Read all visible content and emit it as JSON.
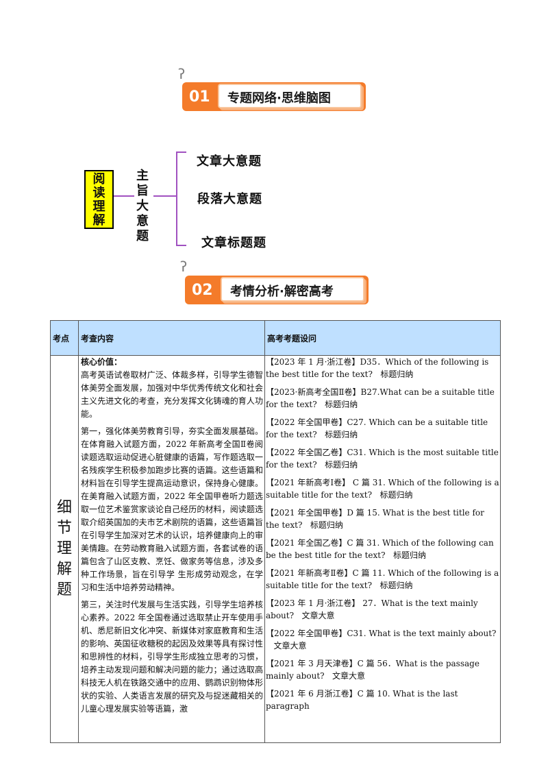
{
  "section1": {
    "num": "01",
    "title": "专题网络·思维脑图"
  },
  "section2": {
    "num": "02",
    "title": "考情分析·解密高考"
  },
  "mindmap": {
    "root": [
      "阅",
      "读",
      "理",
      "解"
    ],
    "branch": [
      "主",
      "旨",
      "大",
      "意",
      "题"
    ],
    "leaves": [
      "文章大意题",
      "段落大意题",
      "文章标题题"
    ]
  },
  "colors": {
    "accent": "#f47b2a",
    "header_bg": "#bfe0ff",
    "root_bg": "#ffff00",
    "mind_line": "#a050c0"
  },
  "table": {
    "headers": [
      "考点",
      "考查内容",
      "高考考题设问"
    ],
    "kaodian": "细节理解题",
    "content_heading": "核心价值：",
    "paragraphs": [
      "高考英语试卷取材广泛、体裁多样，引导学生德智体美劳全面发展，加强对中华优秀传统文化和社会主义先进文化的考查，充分发挥文化铸魂的育人功能。",
      "第一，强化体美劳教育引导，夯实全面发展基础。在体育融入试题方面，2022 年新高考全国Ⅱ卷阅读题选取运动促进心脏健康的语篇，写作题选取一名残疾学生积极参加跑步比赛的语篇。这些语篇和材料旨在引导学生提高运动意识，保持身心健康。在美育融入试题方面，2022 年全国甲卷听力题选取一位艺术鉴赏家谈论自己经历的材料，阅读题选取介绍英国加的夫市艺术剧院的语篇，这些语篇旨在引导学生加深对艺术的认识，培养健康向上的审美情趣。在劳动教育融入试题方面，各套试卷的语篇包含了山区支教、烹饪、做家务等信息，涉及多种工作场景，旨在引导学 生形成劳动观念，在学习和生活中培养劳动精神。",
      "第三，关注时代发展与生活实践，引导学生培养核心素养。2022 年全国卷通过选取禁止开车使用手机、悉尼新旧文化冲突、新媒体对家庭教育和生活的影响、英国征收糖税的起因及效果等具有探讨性和思辨性的材料，引导学生形成独立思考的习惯，培养主动发现问题和解决问题的能力；通过选取高科技无人机在铁路交通中的应用、鹦鹉识别物体形状的实验、人类语言发展的研究及与捉迷藏相关的儿童心理发展实验等语篇，激"
    ],
    "questions": [
      {
        "src": "【2023 年 1 月·浙江卷】",
        "text": "D35．Which of the following is the best title for the text?",
        "tag": "标题归纳"
      },
      {
        "src": "【2023·新高考全国Ⅱ卷】",
        "text": "B27.What can be a suitable title for the text?",
        "tag": "标题归纳"
      },
      {
        "src": "【2022 年全国甲卷】",
        "text": "C27. Which can be a suitable title for the text?",
        "tag": "标题归纳"
      },
      {
        "src": "【2022 年全国乙卷】",
        "text": "C31. Which is the most suitable title for the text?",
        "tag": "标题归纳"
      },
      {
        "src": "【2021 年新高考Ⅰ卷】",
        "text": " C 篇 31. Which of the following is a suitable title for the text?",
        "tag": "标题归纳"
      },
      {
        "src": "【2021 年全国甲卷】",
        "text": "D 篇 15. What is the best title for the text?",
        "tag": "标题归纳"
      },
      {
        "src": "【2021 年全国乙卷】",
        "text": "C 篇 31. Which of the following can be the best title for the text?",
        "tag": "标题归纳"
      },
      {
        "src": "【2021 年新高考Ⅱ卷】",
        "text": "C 篇 11. Which of the following is a suitable title for the text?",
        "tag": "标题归纳"
      },
      {
        "src": "【2023 年 1 月·浙江卷】",
        "text": " 27．What is the text mainly about?",
        "tag": "文章大意"
      },
      {
        "src": "【2022 年全国甲卷】",
        "text": "C31. What is the text mainly about?",
        "tag": "文章大意"
      },
      {
        "src": "【2021 年 3 月天津卷】",
        "text": "C 篇 56．What is the passage mainly about?",
        "tag": "文章大意"
      },
      {
        "src": "【2021 年 6 月浙江卷】",
        "text": "C 篇 10. What is the last paragraph",
        "tag": ""
      }
    ]
  }
}
